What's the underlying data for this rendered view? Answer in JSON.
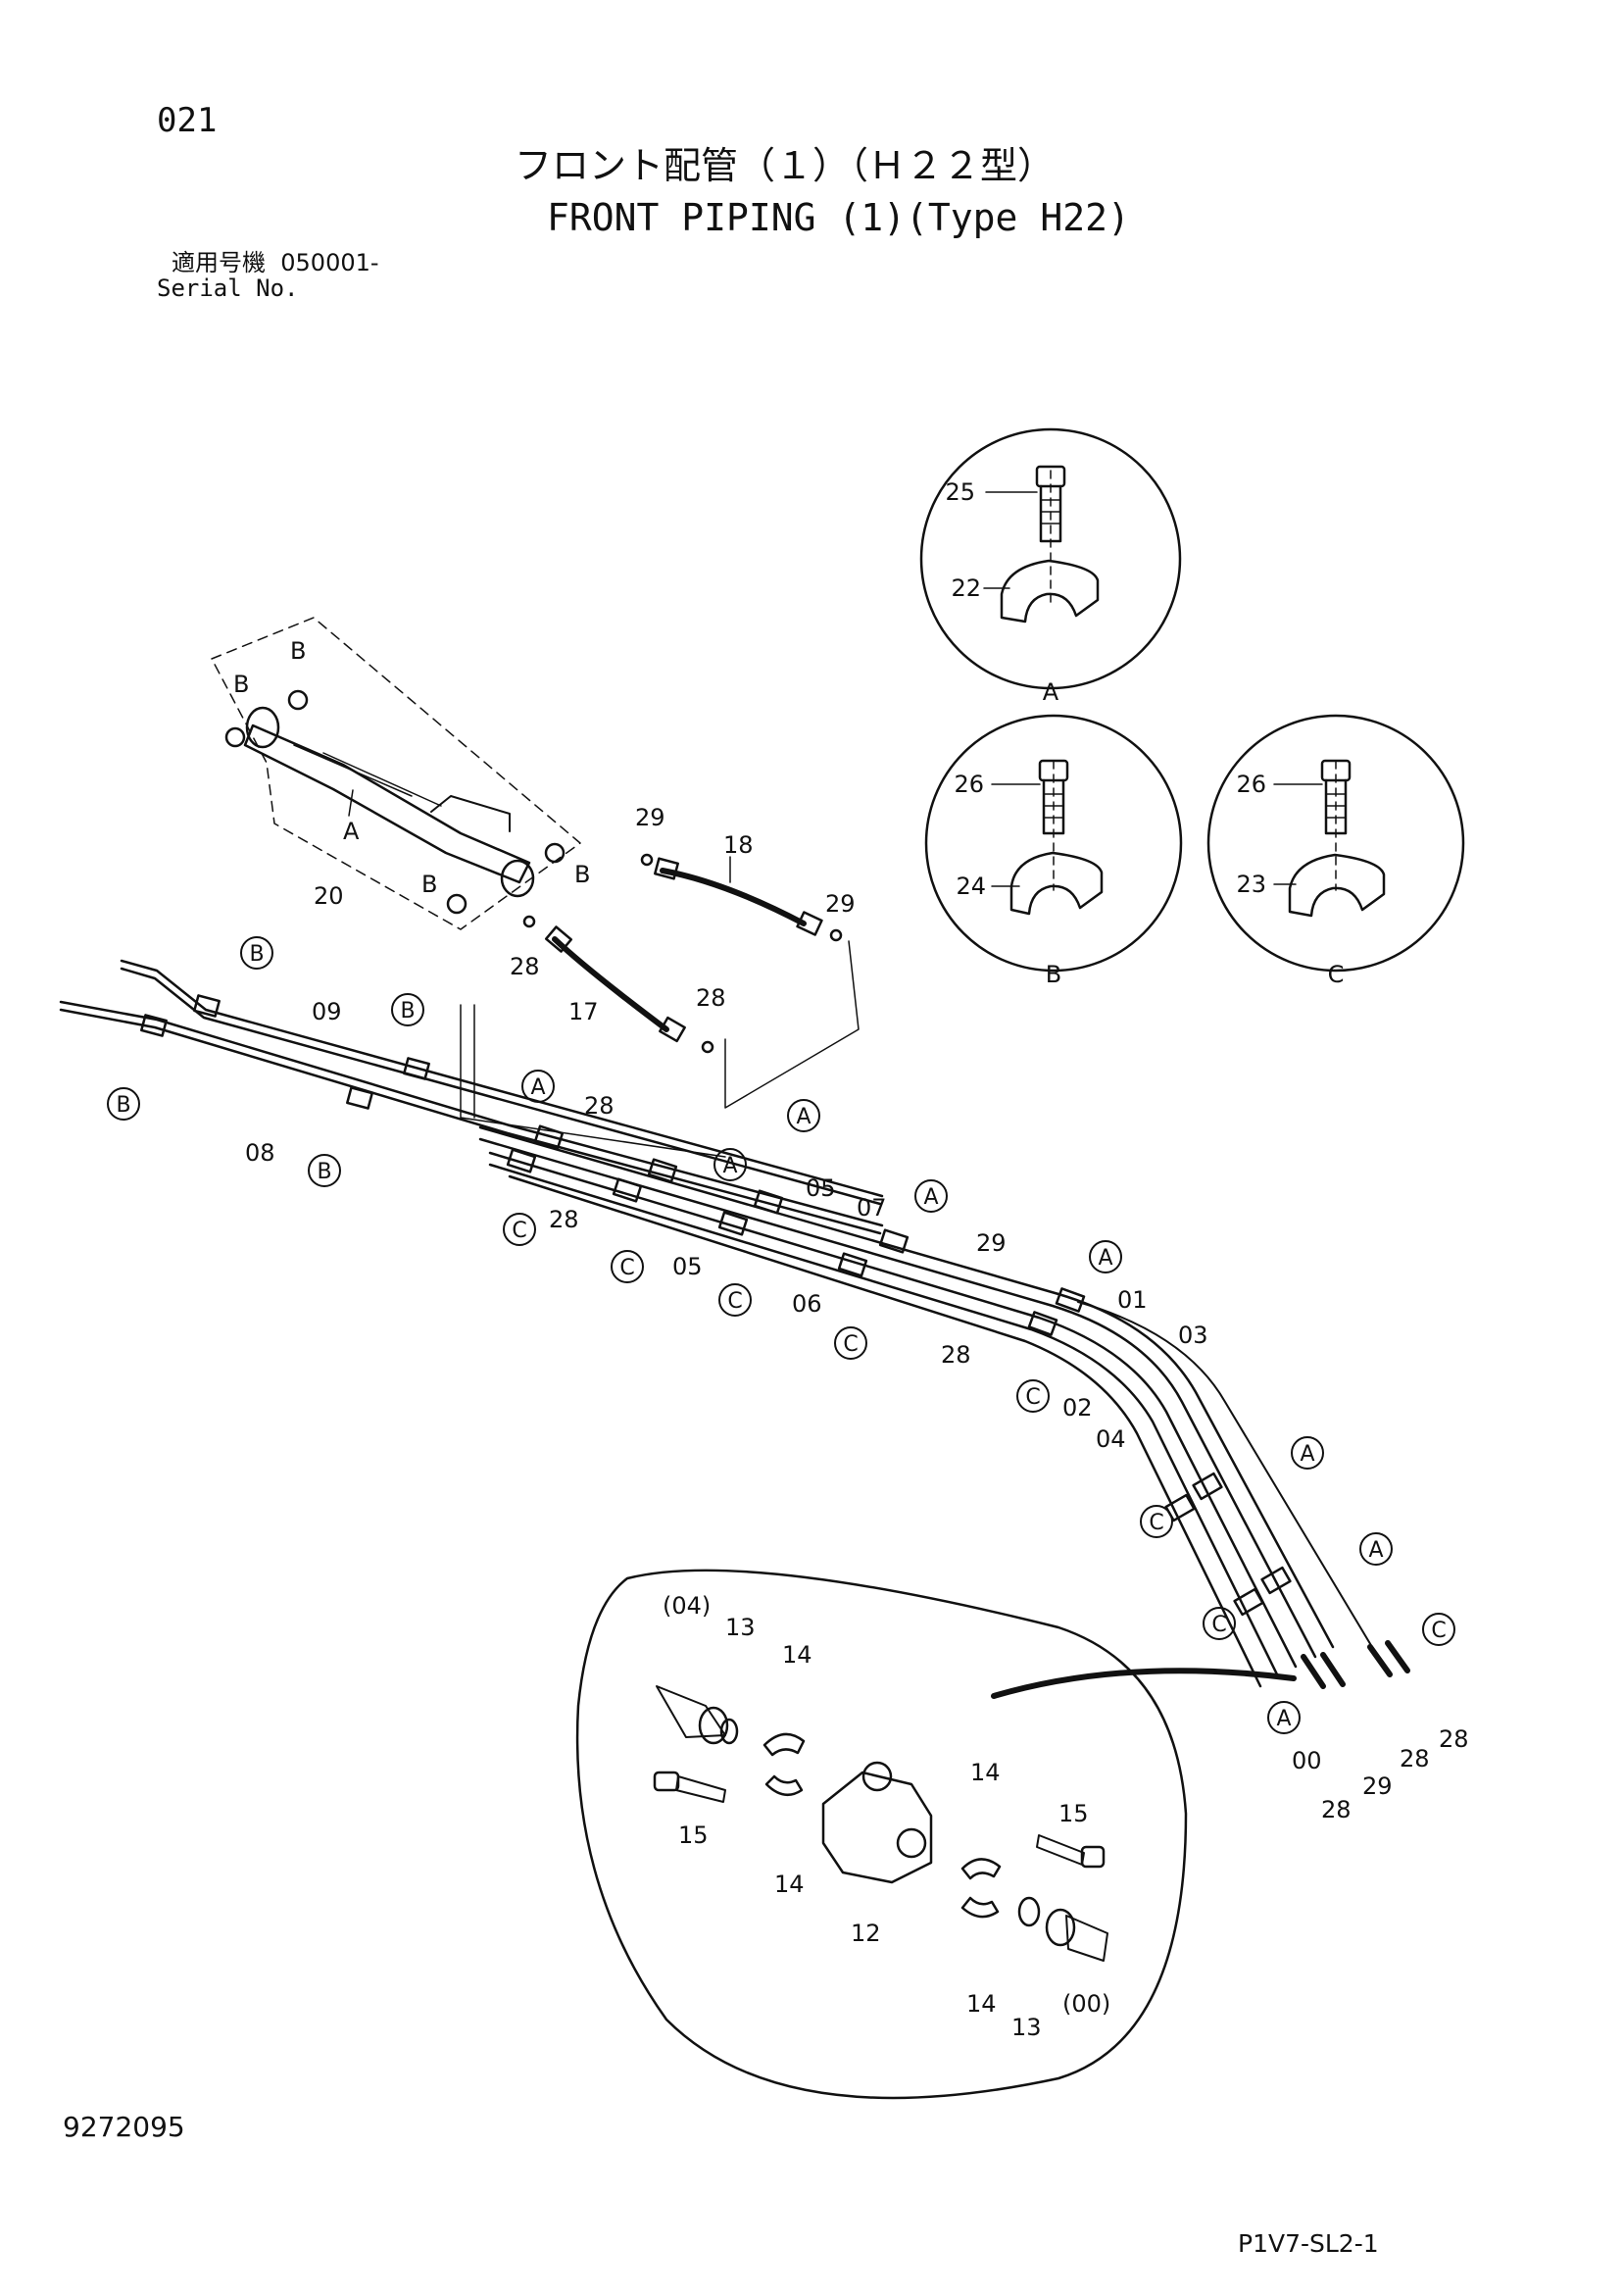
{
  "header": {
    "page_number": "021",
    "title_jp": "フロント配管（１）（Ｈ２２型）",
    "title_en": "FRONT PIPING (1)(Type H22)",
    "serial_label_jp": "適用号機",
    "serial_value": "050001-",
    "serial_label_en": "Serial No."
  },
  "footer": {
    "document_number": "9272095",
    "sheet_code": "P1V7-SL2-1"
  },
  "detail_views": {
    "A": {
      "label": "A",
      "bolt": "25",
      "clamp": "22"
    },
    "B": {
      "label": "B",
      "bolt": "26",
      "clamp": "24"
    },
    "C": {
      "label": "C",
      "bolt": "26",
      "clamp": "23"
    }
  },
  "callouts": {
    "c01": "01",
    "c02": "02",
    "c03": "03",
    "c04": "04",
    "c05a": "05",
    "c05b": "05",
    "c06": "06",
    "c07": "07",
    "c08": "08",
    "c09": "09",
    "c17": "17",
    "c18": "18",
    "c20": "20",
    "c28a": "28",
    "c28b": "28",
    "c28c": "28",
    "c28d": "28",
    "c28e": "28",
    "c28f": "28",
    "c28g": "28",
    "c28h": "28",
    "c29a": "29",
    "c29b": "29",
    "c29c": "29",
    "c29d": "29",
    "c00": "00",
    "d04": "(04)",
    "d13a": "13",
    "d14a": "14",
    "d15a": "15",
    "d14b": "14",
    "d12": "12",
    "d14c": "14",
    "d15b": "15",
    "d14d": "14",
    "d13b": "13",
    "d00": "(00)",
    "cyl_A": "A",
    "cyl_B1": "B",
    "cyl_B2": "B",
    "cyl_B3": "B",
    "cyl_B4": "B"
  },
  "clamp_markers": [
    "A",
    "A",
    "A",
    "A",
    "A",
    "A",
    "A",
    "A",
    "B",
    "B",
    "B",
    "B",
    "C",
    "C",
    "C",
    "C",
    "C",
    "C",
    "C",
    "C"
  ]
}
